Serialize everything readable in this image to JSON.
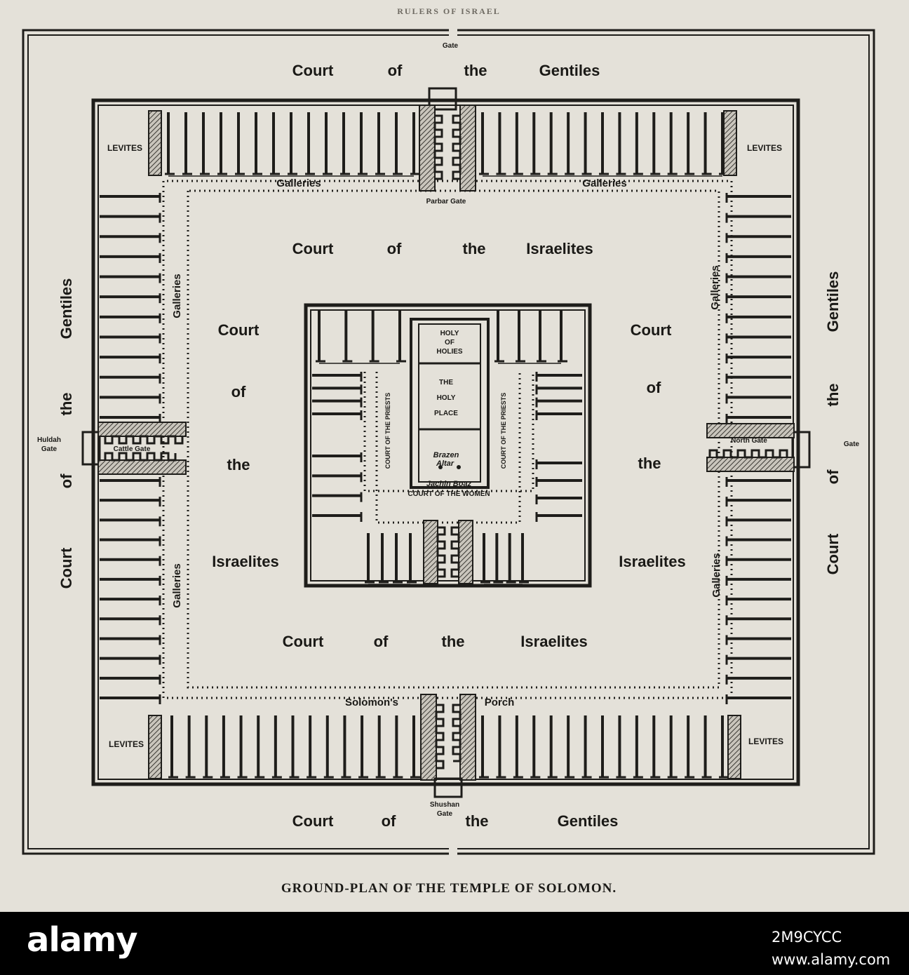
{
  "plan": {
    "running_head": "RULERS OF ISRAEL",
    "caption": "GROUND-PLAN OF THE TEMPLE OF SOLOMON.",
    "outer_court": {
      "top": [
        "Court",
        "of",
        "the",
        "Gentiles"
      ],
      "bottom": [
        "Court",
        "of",
        "the",
        "Gentiles"
      ],
      "left": [
        "Court",
        "of",
        "the",
        "Gentiles"
      ],
      "right": [
        "Court",
        "of",
        "the",
        "Gentiles"
      ]
    },
    "gates": {
      "north_outer": "Gate",
      "parbar": "Parbar Gate",
      "huldah": "Huldah Gate",
      "cattle": "Cattle Gate",
      "north": "North Gate",
      "east_outer": "Gate",
      "shushan": "Shushan Gate"
    },
    "levites": [
      "LEVITES",
      "LEVITES",
      "LEVITES",
      "LEVITES"
    ],
    "galleries": {
      "top_left": "Galleries",
      "top_right": "Galleries",
      "left_upper": "Galleries",
      "left_lower": "Galleries",
      "right_upper": "Galleries",
      "right_lower": "Galleries"
    },
    "israelites": {
      "top": [
        "Court",
        "of",
        "the",
        "Israelites"
      ],
      "bottom": [
        "Court",
        "of",
        "the",
        "Israelites"
      ],
      "left": [
        "Court",
        "of",
        "the",
        "Israelites"
      ],
      "right": [
        "Court",
        "of",
        "the",
        "Israelites"
      ]
    },
    "porch": {
      "left": "Solomon's",
      "right": "Porch"
    },
    "sanctuary": {
      "holy_of_holies": [
        "HOLY",
        "OF",
        "HOLIES"
      ],
      "holy_place": [
        "THE",
        "HOLY",
        "PLACE"
      ],
      "court_priests_left": "COURT OF THE PRIESTS",
      "court_priests_right": "COURT OF THE PRIESTS",
      "brazen_altar": [
        "Brazen",
        "Altar"
      ],
      "pillars": "Jachin Boaz",
      "court_women": "COURT OF THE WOMEN"
    }
  },
  "watermark": {
    "logo": "alamy",
    "image_id": "2M9CYCC",
    "url": "www.alamy.com"
  }
}
